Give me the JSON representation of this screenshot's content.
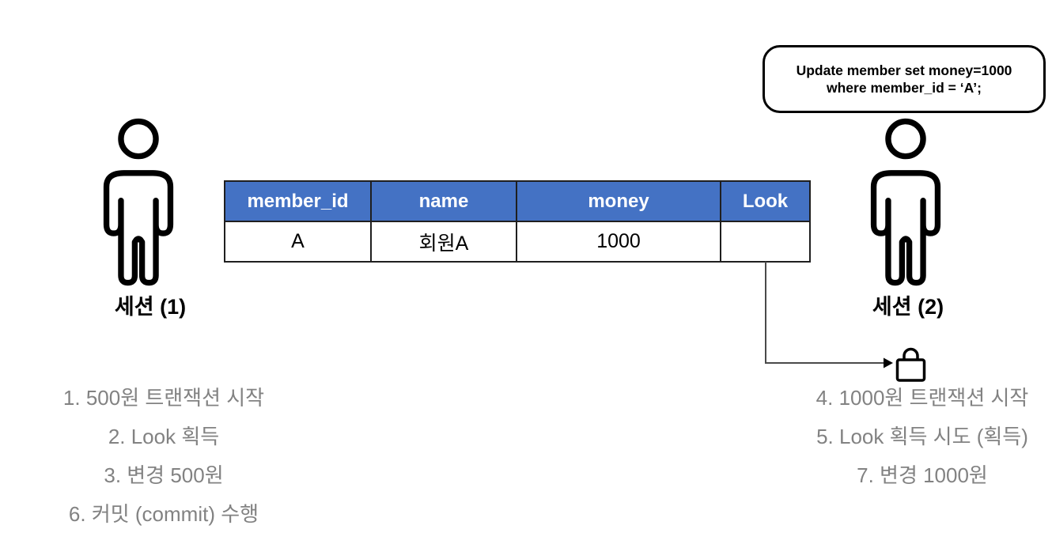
{
  "callout": {
    "line1": "Update member set money=1000",
    "line2": "where member_id = ‘A’;"
  },
  "sessions": {
    "left": {
      "label": "세션 (1)"
    },
    "right": {
      "label": "세션 (2)"
    }
  },
  "table": {
    "headers": [
      "member_id",
      "name",
      "money",
      "Look"
    ],
    "row": [
      "A",
      "회원A",
      "1000",
      ""
    ]
  },
  "steps": {
    "left": [
      "1. 500원 트랜잭션 시작",
      "2. Look 획득",
      "3. 변경 500원",
      "6. 커밋 (commit) 수행"
    ],
    "right": [
      "4. 1000원 트랜잭션 시작",
      "5. Look 획득 시도 (획득)",
      "7. 변경 1000원"
    ]
  },
  "colors": {
    "header_bg": "#4472C4",
    "header_text": "#FFFFFF",
    "step_text": "#828282",
    "table_border": "#1F1F1F",
    "connector_line": "#4A4A4A",
    "stroke_black": "#000000"
  }
}
